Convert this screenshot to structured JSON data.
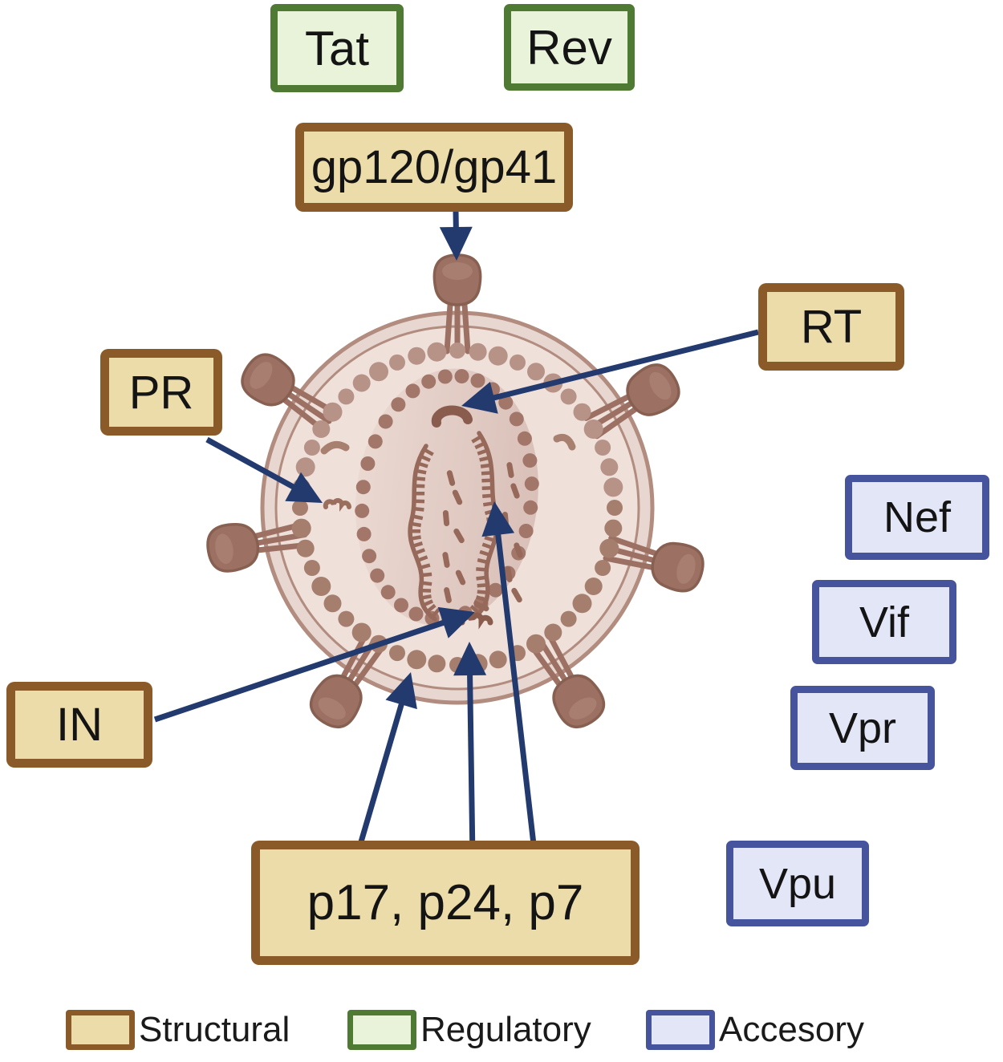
{
  "boxes": {
    "tat": {
      "label": "Tat",
      "category": "regulatory"
    },
    "rev": {
      "label": "Rev",
      "category": "regulatory"
    },
    "gp": {
      "label": "gp120/gp41",
      "category": "structural"
    },
    "rt": {
      "label": "RT",
      "category": "structural"
    },
    "pr": {
      "label": "PR",
      "category": "structural"
    },
    "in": {
      "label": "IN",
      "category": "structural"
    },
    "gag": {
      "label": "p17, p24, p7",
      "category": "structural"
    },
    "nef": {
      "label": "Nef",
      "category": "accessory"
    },
    "vif": {
      "label": "Vif",
      "category": "accessory"
    },
    "vpr": {
      "label": "Vpr",
      "category": "accessory"
    },
    "vpu": {
      "label": "Vpu",
      "category": "accessory"
    }
  },
  "legend": {
    "structural": "Structural",
    "regulatory": "Regulatory",
    "accessory": "Accesory"
  },
  "theme": {
    "structural-fill": "#ecdcaa",
    "structural-border": "#8a5a28",
    "regulatory-fill": "#e8f3da",
    "regulatory-border": "#4e7a33",
    "accessory-fill": "#e2e6f7",
    "accessory-border": "#45549d",
    "arrow": "#223a6e",
    "text": "#141414",
    "v-membrane-line": "#b18c7f",
    "v-membrane-band": "#e8d7d0",
    "v-interior": "#efe0da",
    "v-dot-light": "#b79287",
    "v-dot-dark": "#a57e6e",
    "v-capsid-dot": "#a3766a",
    "v-capsid-fill1": "#e9d7d0",
    "v-capsid-fill2": "#d9c0b8",
    "v-rna": "#96695a",
    "v-spike": "#9c7163",
    "v-spike-dark": "#876052",
    "v-blob": "#8a5c4e"
  }
}
